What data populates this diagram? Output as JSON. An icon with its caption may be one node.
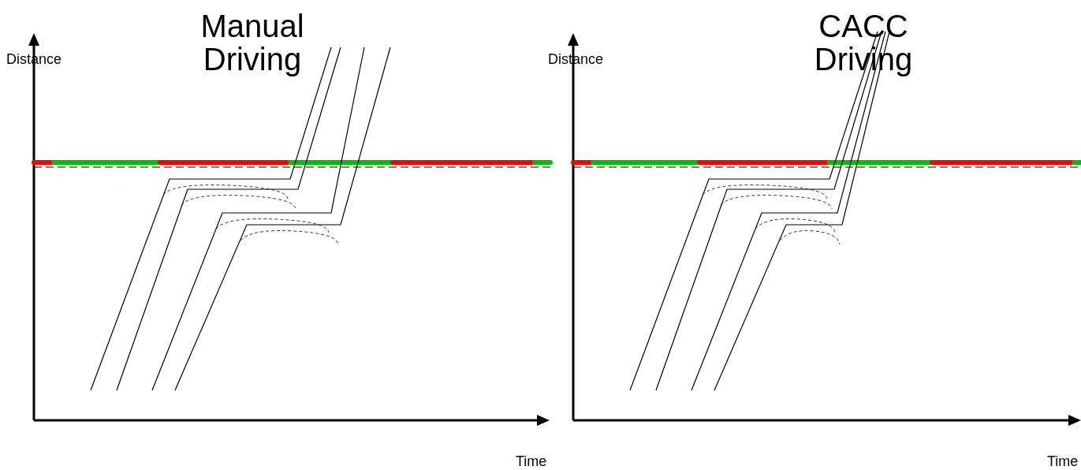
{
  "diagram": {
    "labels": [
      "Manual Driving",
      "Distance",
      "Time",
      "CACC Driving",
      "Distance",
      "Time"
    ]
  }
}
